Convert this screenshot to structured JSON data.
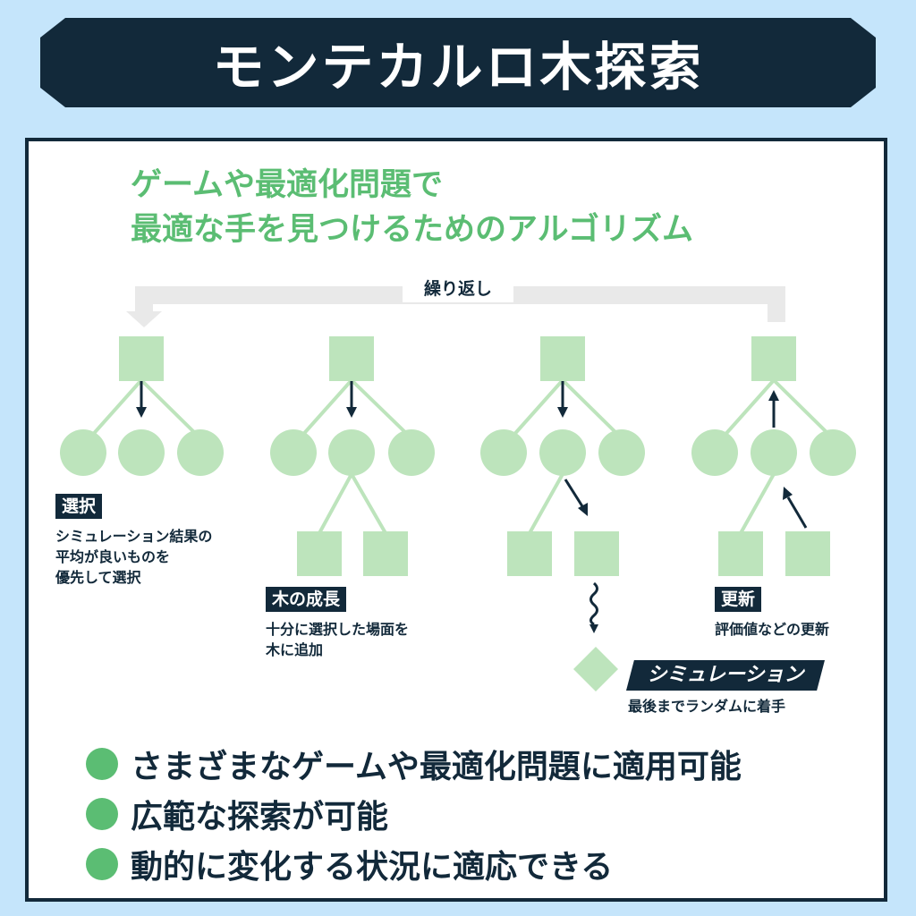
{
  "title": "モンテカルロ木探索",
  "subtitle": {
    "line1": "ゲームや最適化問題で",
    "line2": "最適な手を見つけるためのアルゴリズム"
  },
  "loop_label": "繰り返し",
  "steps": [
    {
      "name": "選択",
      "desc": [
        "シミュレーション結果の",
        "平均が良いものを",
        "優先して選択"
      ]
    },
    {
      "name": "木の成長",
      "desc": [
        "十分に選択した場面を",
        "木に追加"
      ]
    },
    {
      "name": "シミュレーション",
      "desc": [
        "最後までランダムに着手"
      ]
    },
    {
      "name": "更新",
      "desc": [
        "評価値などの更新"
      ]
    }
  ],
  "bullets": [
    "さまざまなゲームや最適化問題に適用可能",
    "広範な探索が可能",
    "動的に変化する状況に適応できる"
  ],
  "colors": {
    "navy": "#12293a",
    "node_green": "#bde4bc",
    "accent_green": "#5bbd73",
    "loop_gray": "#e9e9e9",
    "background": "#c5e5fb"
  }
}
